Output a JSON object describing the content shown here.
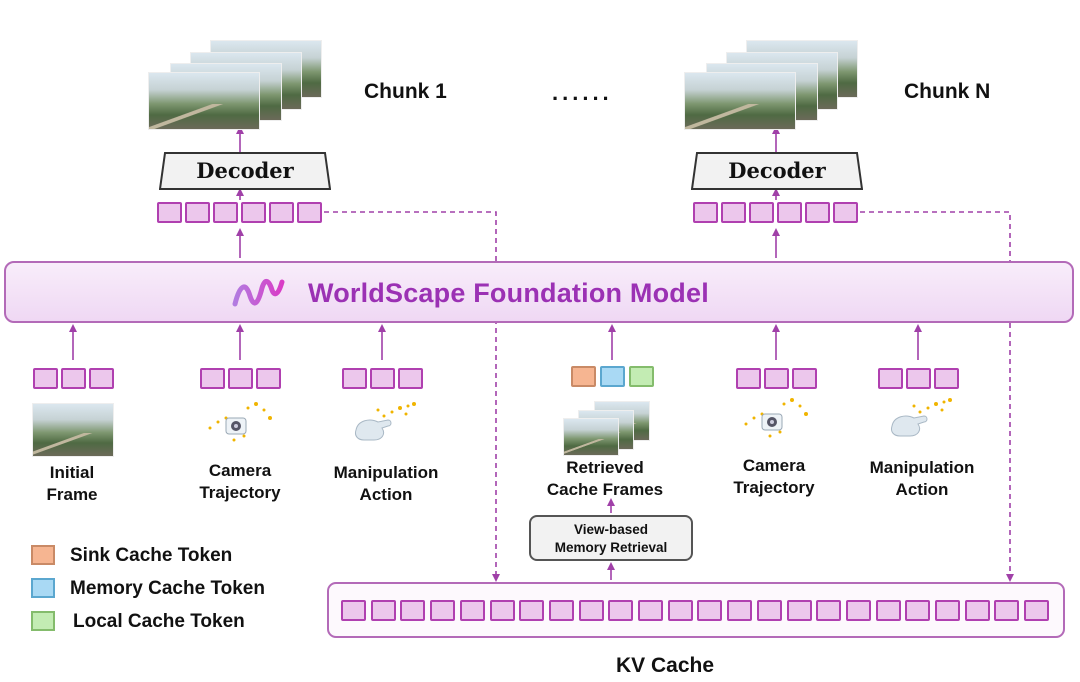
{
  "chunks": {
    "first": "Chunk 1",
    "last": "Chunk N",
    "ellipsis": "......"
  },
  "decoder_label": "Decoder",
  "model": {
    "title": "WorldScape Foundation Model",
    "logo_icon": "wave-logo-icon"
  },
  "inputs_left": {
    "initial_frame": [
      "Initial",
      "Frame"
    ],
    "camera_trajectory": [
      "Camera",
      "Trajectory"
    ],
    "manipulation_action": [
      "Manipulation",
      "Action"
    ]
  },
  "inputs_right": {
    "retrieved_cache_frames": [
      "Retrieved",
      "Cache Frames"
    ],
    "camera_trajectory": [
      "Camera",
      "Trajectory"
    ],
    "manipulation_action": [
      "Manipulation",
      "Action"
    ]
  },
  "retrieval": [
    "View-based",
    "Memory Retrieval"
  ],
  "kv_cache": {
    "title": "KV Cache",
    "token_count": 24
  },
  "legend": [
    {
      "label": "Sink Cache Token",
      "color": "#f6b591"
    },
    {
      "label": "Memory Cache Token",
      "color": "#a9d9f4"
    },
    {
      "label": "Local Cache Token",
      "color": "#c3ecb3"
    }
  ],
  "colors": {
    "accent": "#9b31b4",
    "token_fill": "#ecc7ec",
    "token_border": "#b040b0"
  }
}
